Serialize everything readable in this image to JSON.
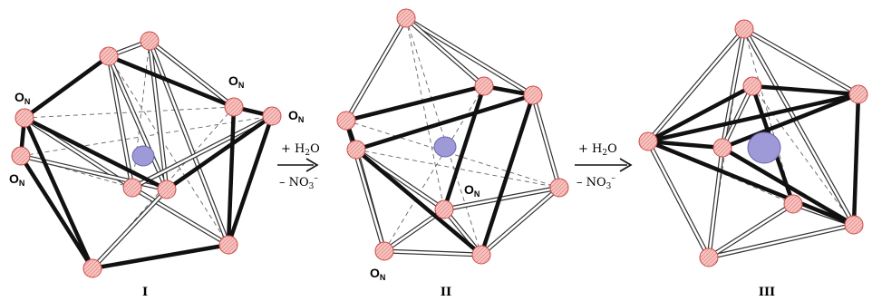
{
  "colors": {
    "oxygen_fill": "#f4b3ae",
    "oxygen_stroke": "#cc4a4a",
    "metal_fill": "#9e9ad8",
    "metal_stroke": "#6a66aa",
    "bond_dark": "#111111",
    "bond_light": "#ffffff",
    "bond_outline": "#333333",
    "dashed": "#666666"
  },
  "structures": [
    {
      "id": "I",
      "roman": "I",
      "labels": [
        {
          "text": "O",
          "sub": "N"
        },
        {
          "text": "O",
          "sub": "N"
        },
        {
          "text": "O",
          "sub": "N"
        },
        {
          "text": "O",
          "sub": "N"
        }
      ]
    },
    {
      "id": "II",
      "roman": "II",
      "labels": [
        {
          "text": "O",
          "sub": "N"
        },
        {
          "text": "O",
          "sub": "N"
        }
      ]
    },
    {
      "id": "III",
      "roman": "III",
      "labels": []
    }
  ],
  "arrows": [
    {
      "top": "+ H",
      "top_sub": "2",
      "top_end": "O",
      "bottom": "– NO",
      "bottom_sub": "3",
      "bottom_sup": "–"
    },
    {
      "top": "+ H",
      "top_sub": "2",
      "top_end": "O",
      "bottom": "– NO",
      "bottom_sub": "3",
      "bottom_sup": "–"
    }
  ]
}
